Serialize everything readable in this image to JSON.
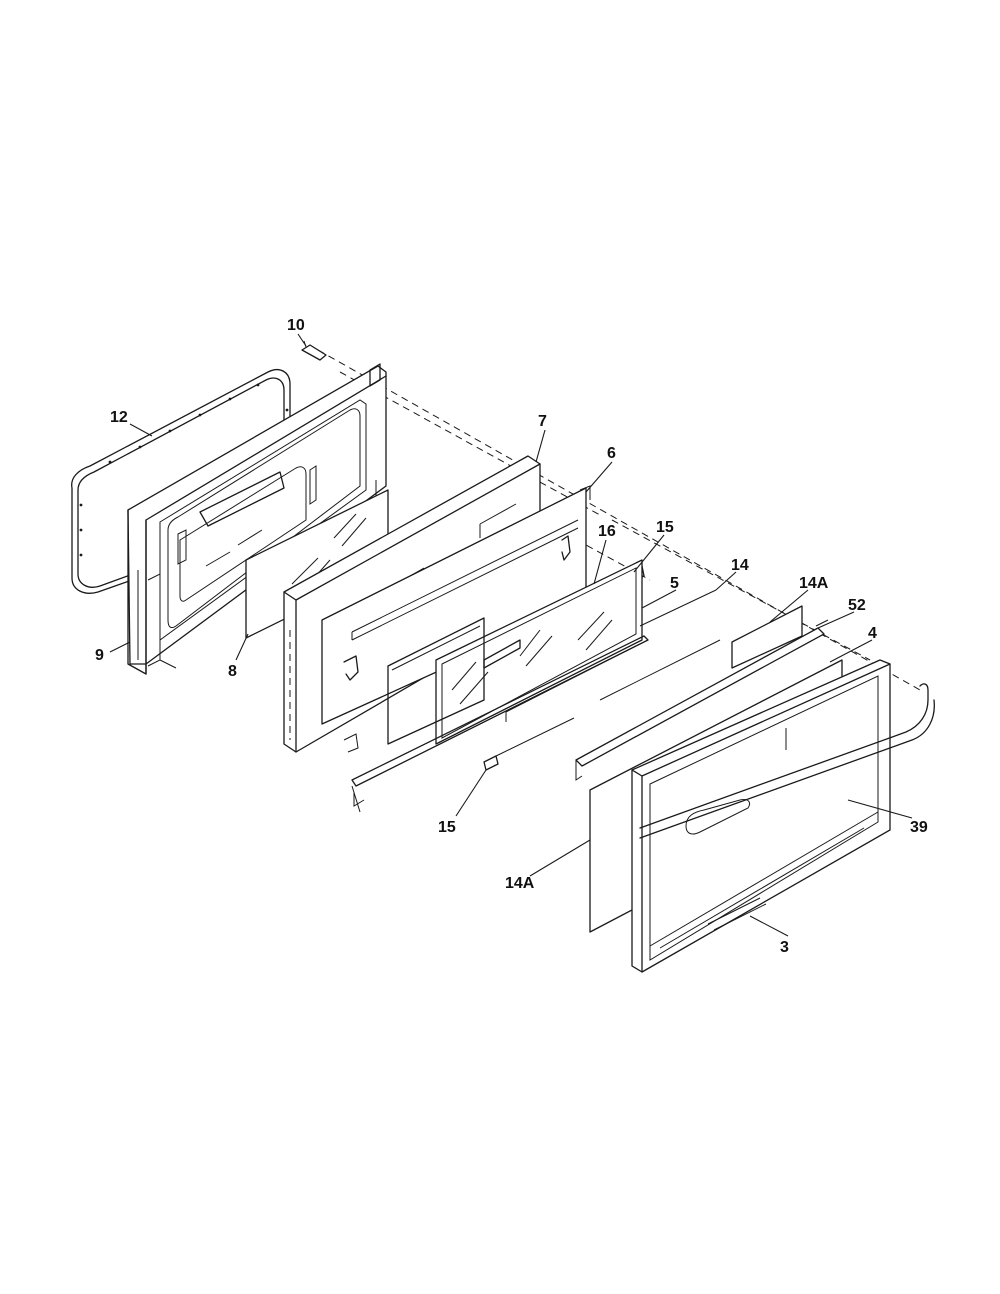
{
  "diagram": {
    "callouts": [
      {
        "id": "c-10",
        "label": "10"
      },
      {
        "id": "c-12",
        "label": "12"
      },
      {
        "id": "c-7",
        "label": "7"
      },
      {
        "id": "c-6",
        "label": "6"
      },
      {
        "id": "c-16",
        "label": "16"
      },
      {
        "id": "c-15-top",
        "label": "15"
      },
      {
        "id": "c-14",
        "label": "14"
      },
      {
        "id": "c-14a-top",
        "label": "14A"
      },
      {
        "id": "c-52",
        "label": "52"
      },
      {
        "id": "c-4",
        "label": "4"
      },
      {
        "id": "c-5",
        "label": "5"
      },
      {
        "id": "c-9",
        "label": "9"
      },
      {
        "id": "c-8",
        "label": "8"
      },
      {
        "id": "c-15-bottom",
        "label": "15"
      },
      {
        "id": "c-39",
        "label": "39"
      },
      {
        "id": "c-14a-bottom",
        "label": "14A"
      },
      {
        "id": "c-3",
        "label": "3"
      }
    ]
  }
}
